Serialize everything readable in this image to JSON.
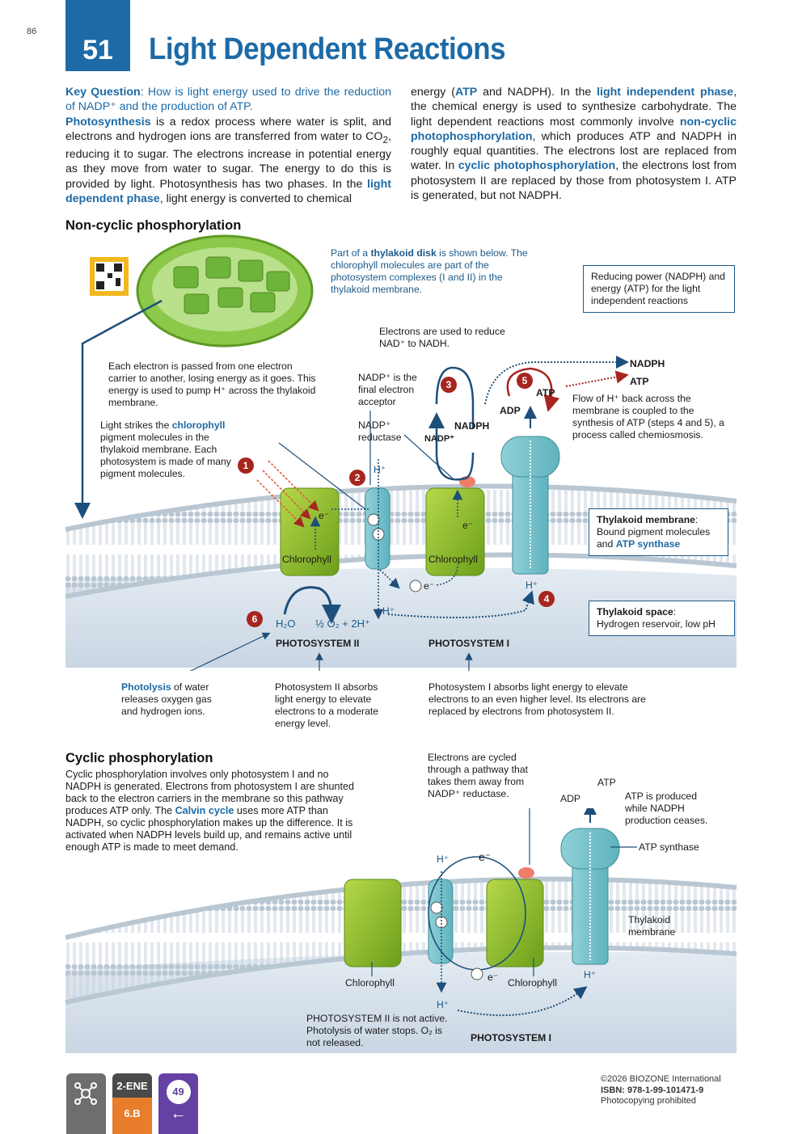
{
  "page": {
    "number": "86",
    "activity_number": "51",
    "title": "Light Dependent Reactions"
  },
  "intro": {
    "key_question_label": "Key Question",
    "key_question_text": ": How is light energy used to drive the reduction of NADP⁺ and the production of ATP.",
    "p1_term": "Photosynthesis",
    "p1_text_a": " is a redox process where water is split, and electrons and hydrogen ions are transferred from water to CO",
    "p1_sub": "2",
    "p1_text_b": ", reducing it to sugar. The electrons increase in potential energy as they move from water to sugar. The energy to do this is provided by light. Photosynthesis has two phases. In the ",
    "p1_term2": "light dependent phase",
    "p1_text_c": ", light energy is converted to chemical energy (",
    "atp": "ATP",
    "p1_text_d": " and NADPH). In the ",
    "p1_term3": "light independent phase",
    "p1_text_e": ", the chemical energy is used to synthesize carbohydrate. The light dependent reactions most commonly involve ",
    "p1_term4": "non-cyclic photophosphorylation",
    "p1_text_f": ", which produces ATP and NADPH in roughly equal quantities. The electrons lost are replaced from water. In ",
    "p1_term5": "cyclic photophosphorylation",
    "p1_text_g": ", the electrons lost from photosystem II are replaced by those from photosystem I. ATP is generated, but not NADPH."
  },
  "noncyclic": {
    "heading": "Non-cyclic phosphorylation",
    "thylakoid_note_a": "Part of a ",
    "thylakoid_note_term": "thylakoid disk",
    "thylakoid_note_b": " is shown below. The chlorophyll molecules are part of the photosystem complexes (I and II) in the thylakoid membrane.",
    "reducing_power": "Reducing power (NADPH) and energy (ATP) for the light independent reactions",
    "electrons_nad": "Electrons are used to reduce NAD⁺ to NADH.",
    "electron_carrier": "Each electron is passed from one electron carrier to another, losing energy as it goes. This energy is used to pump H⁺ across the thylakoid membrane.",
    "nadp_final": "NADP⁺ is the final electron acceptor",
    "nadp_reductase": "NADP⁺ reductase",
    "light_a": "Light strikes the ",
    "light_term": "chlorophyll",
    "light_b": " pigment molecules in the thylakoid membrane. Each photosystem is made of many pigment molecules.",
    "flow_h": "Flow of H⁺ back across the membrane is coupled to the synthesis of ATP (steps 4 and 5), a process called chemiosmosis.",
    "membrane_title": "Thylakoid membrane",
    "membrane_text_a": "Bound pigment molecules and ",
    "membrane_term": "ATP synthase",
    "space_title": "Thylakoid space",
    "space_text": "Hydrogen reservoir, low pH",
    "nadph": "NADPH",
    "atp": "ATP",
    "adp": "ADP",
    "nadp_plus": "NADP⁺",
    "chlorophyll": "Chlorophyll",
    "e_minus": "e⁻",
    "h_plus": "H⁺",
    "h2o": "H₂O",
    "half_o2": "½ O₂ + 2H⁺",
    "ps2": "PHOTOSYSTEM II",
    "ps1": "PHOTOSYSTEM I",
    "photolysis_term": "Photolysis",
    "photolysis_text": " of water releases oxygen gas and hydrogen ions.",
    "ps2_absorbs": "Photosystem II absorbs light energy to elevate electrons to a moderate energy level.",
    "ps1_absorbs": "Photosystem I absorbs light energy to elevate electrons to an even higher level. Its electrons are replaced by electrons from photosystem II.",
    "steps": [
      "1",
      "2",
      "3",
      "4",
      "5",
      "6"
    ]
  },
  "cyclic": {
    "heading": "Cyclic phosphorylation",
    "text_a": "Cyclic phosphorylation involves only photosystem I and  no NADPH is generated. Electrons from photosystem I are shunted back to the electron carriers in the membrane so this pathway produces ATP only. The ",
    "term": "Calvin cycle",
    "text_b": " uses more ATP than NADPH, so cyclic phosphorylation makes up the difference. It is activated when NADPH levels build up, and remains active until enough ATP is made to meet demand.",
    "cycled": "Electrons are cycled through a pathway that takes them away from NADP⁺ reductase.",
    "atp_produced": "ATP is produced while NADPH production ceases.",
    "atp_synthase": "ATP synthase",
    "thylakoid_membrane": "Thylakoid membrane",
    "ps2_inactive": "PHOTOSYSTEM II is not active. Photolysis of water stops. O₂ is not released.",
    "ps1": "PHOTOSYSTEM I",
    "chlorophyll": "Chlorophyll",
    "atp": "ATP",
    "adp": "ADP",
    "h_plus": "H⁺",
    "e_minus": "e⁻"
  },
  "footer": {
    "code1": "2-ENE",
    "code2": "6.B",
    "link_num": "49",
    "copyright": "©2026 BIOZONE International",
    "isbn": "ISBN:  978-1-99-101471-9",
    "photocopy": "Photocopying prohibited"
  }
}
